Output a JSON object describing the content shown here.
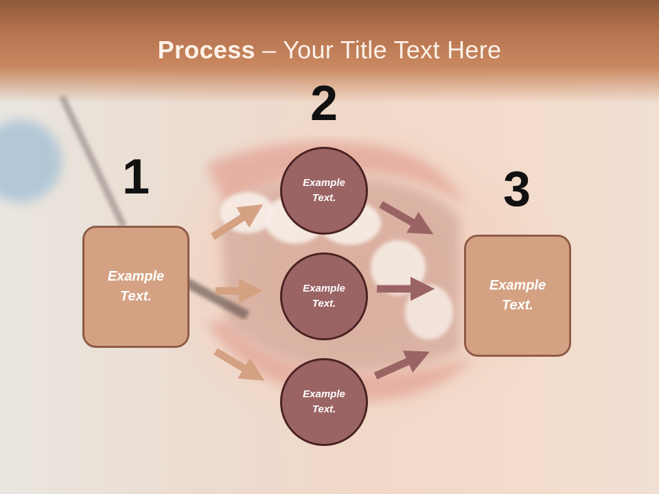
{
  "title": {
    "bold": "Process",
    "rest": " – Your Title Text Here"
  },
  "steps": [
    {
      "number": "1",
      "text": "Example\nText."
    },
    {
      "number": "2"
    },
    {
      "number": "3",
      "text": "Example\nText."
    }
  ],
  "circles": [
    {
      "text": "Example\nText."
    },
    {
      "text": "Example\nText."
    },
    {
      "text": "Example\nText."
    }
  ],
  "colors": {
    "header": "#c98860",
    "box_fill": "#d4a283",
    "box_border": "#8e5b47",
    "circle_fill": "#9b6464",
    "circle_border": "#4a2222",
    "arrow_in": "#d4a283",
    "arrow_out": "#9b6464"
  }
}
